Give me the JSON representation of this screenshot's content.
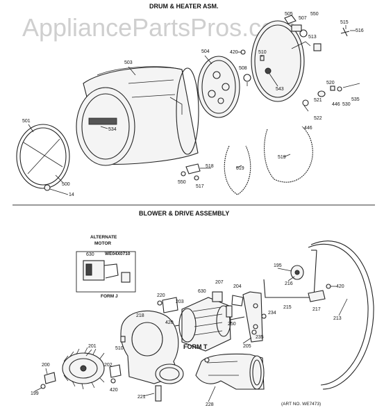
{
  "watermark": "AppliancePartsPros.com",
  "sections": {
    "top_title": "DRUM & HEATER ASM.",
    "bottom_title": "BLOWER & DRIVE ASSEMBLY"
  },
  "inset": {
    "title_line1": "ALTERNATE",
    "title_line2": "MOTOR",
    "part_code": "WE04X0710",
    "motor_number": "630",
    "form_label": "FORM J"
  },
  "form_t": "FORM T",
  "art_no": "(ART NO. WE7473)",
  "top_labels": {
    "l505": "505",
    "l507": "507",
    "l550a": "550",
    "l513": "513",
    "l515": "515",
    "l516": "516",
    "l420": "420",
    "l510": "510",
    "l504": "504",
    "l503": "503",
    "l508": "508",
    "l543": "543",
    "l520": "520",
    "l521": "521",
    "l446a": "446",
    "l530": "530",
    "l535": "535",
    "l522": "522",
    "l446b": "446",
    "l501": "501",
    "l534": "534",
    "l518": "518",
    "l519a": "519",
    "l519b": "519",
    "l550b": "550",
    "l517": "517",
    "l500": "500",
    "l14": "14"
  },
  "bottom_labels": {
    "l195": "195",
    "l216": "216",
    "l215": "215",
    "l217": "217",
    "l420a": "420",
    "l213": "213",
    "l207": "207",
    "l204": "204",
    "l630": "630",
    "l220": "220",
    "l203": "203",
    "l218": "218",
    "l420b": "420",
    "l250": "250",
    "l234": "234",
    "l235": "235",
    "l205": "205",
    "l510": "510",
    "l201": "201",
    "l202": "202",
    "l200": "200",
    "l420c": "420",
    "l199": "199",
    "l221": "221",
    "l228": "228"
  }
}
